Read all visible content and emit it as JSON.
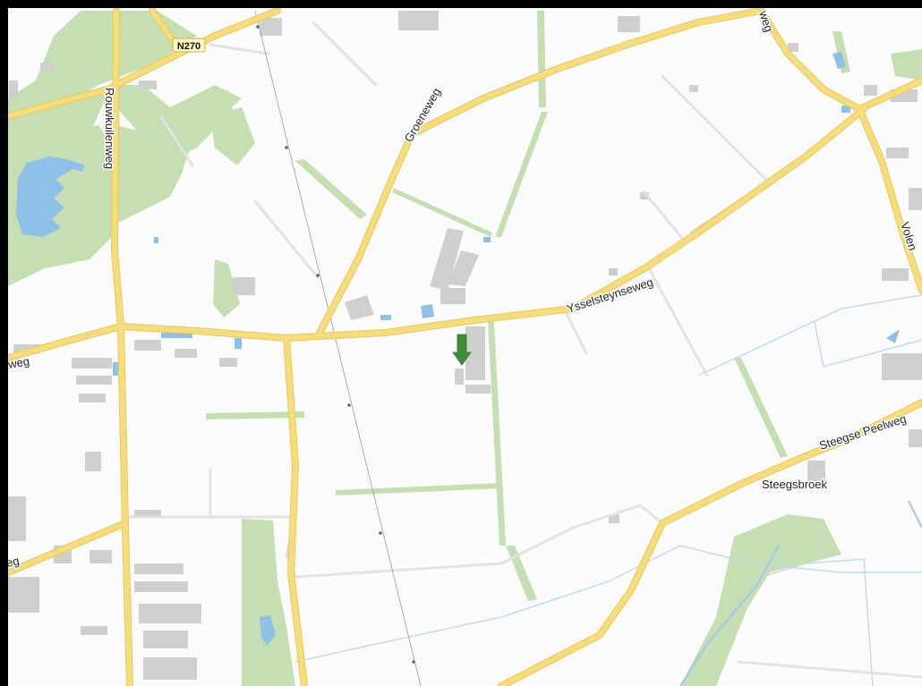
{
  "map": {
    "road_shield": "N270",
    "roads": {
      "groeneweg": "Groeneweg",
      "rouwkuilenweg": "Rouwkuilenweg",
      "ysselsteynseweg": "Ysselsteynseweg",
      "steegse_peelweg": "Steegse Peelweg",
      "volen": "Volen",
      "weg_top": "weg",
      "weg_left_upper": "weg",
      "weg_left_lower": "eg"
    },
    "places": {
      "steegsbroek": "Steegsbroek"
    },
    "marker_icon": "location-arrow-icon",
    "colors": {
      "main_road": "#f6dd7c",
      "main_road_casing": "#e8c859",
      "minor_road": "#e4e4e4",
      "vegetation": "#c6dfb2",
      "water": "#8fc0e8",
      "building": "#cfcfcf",
      "marker": "#3f8f3a",
      "frame": "#000000"
    }
  }
}
